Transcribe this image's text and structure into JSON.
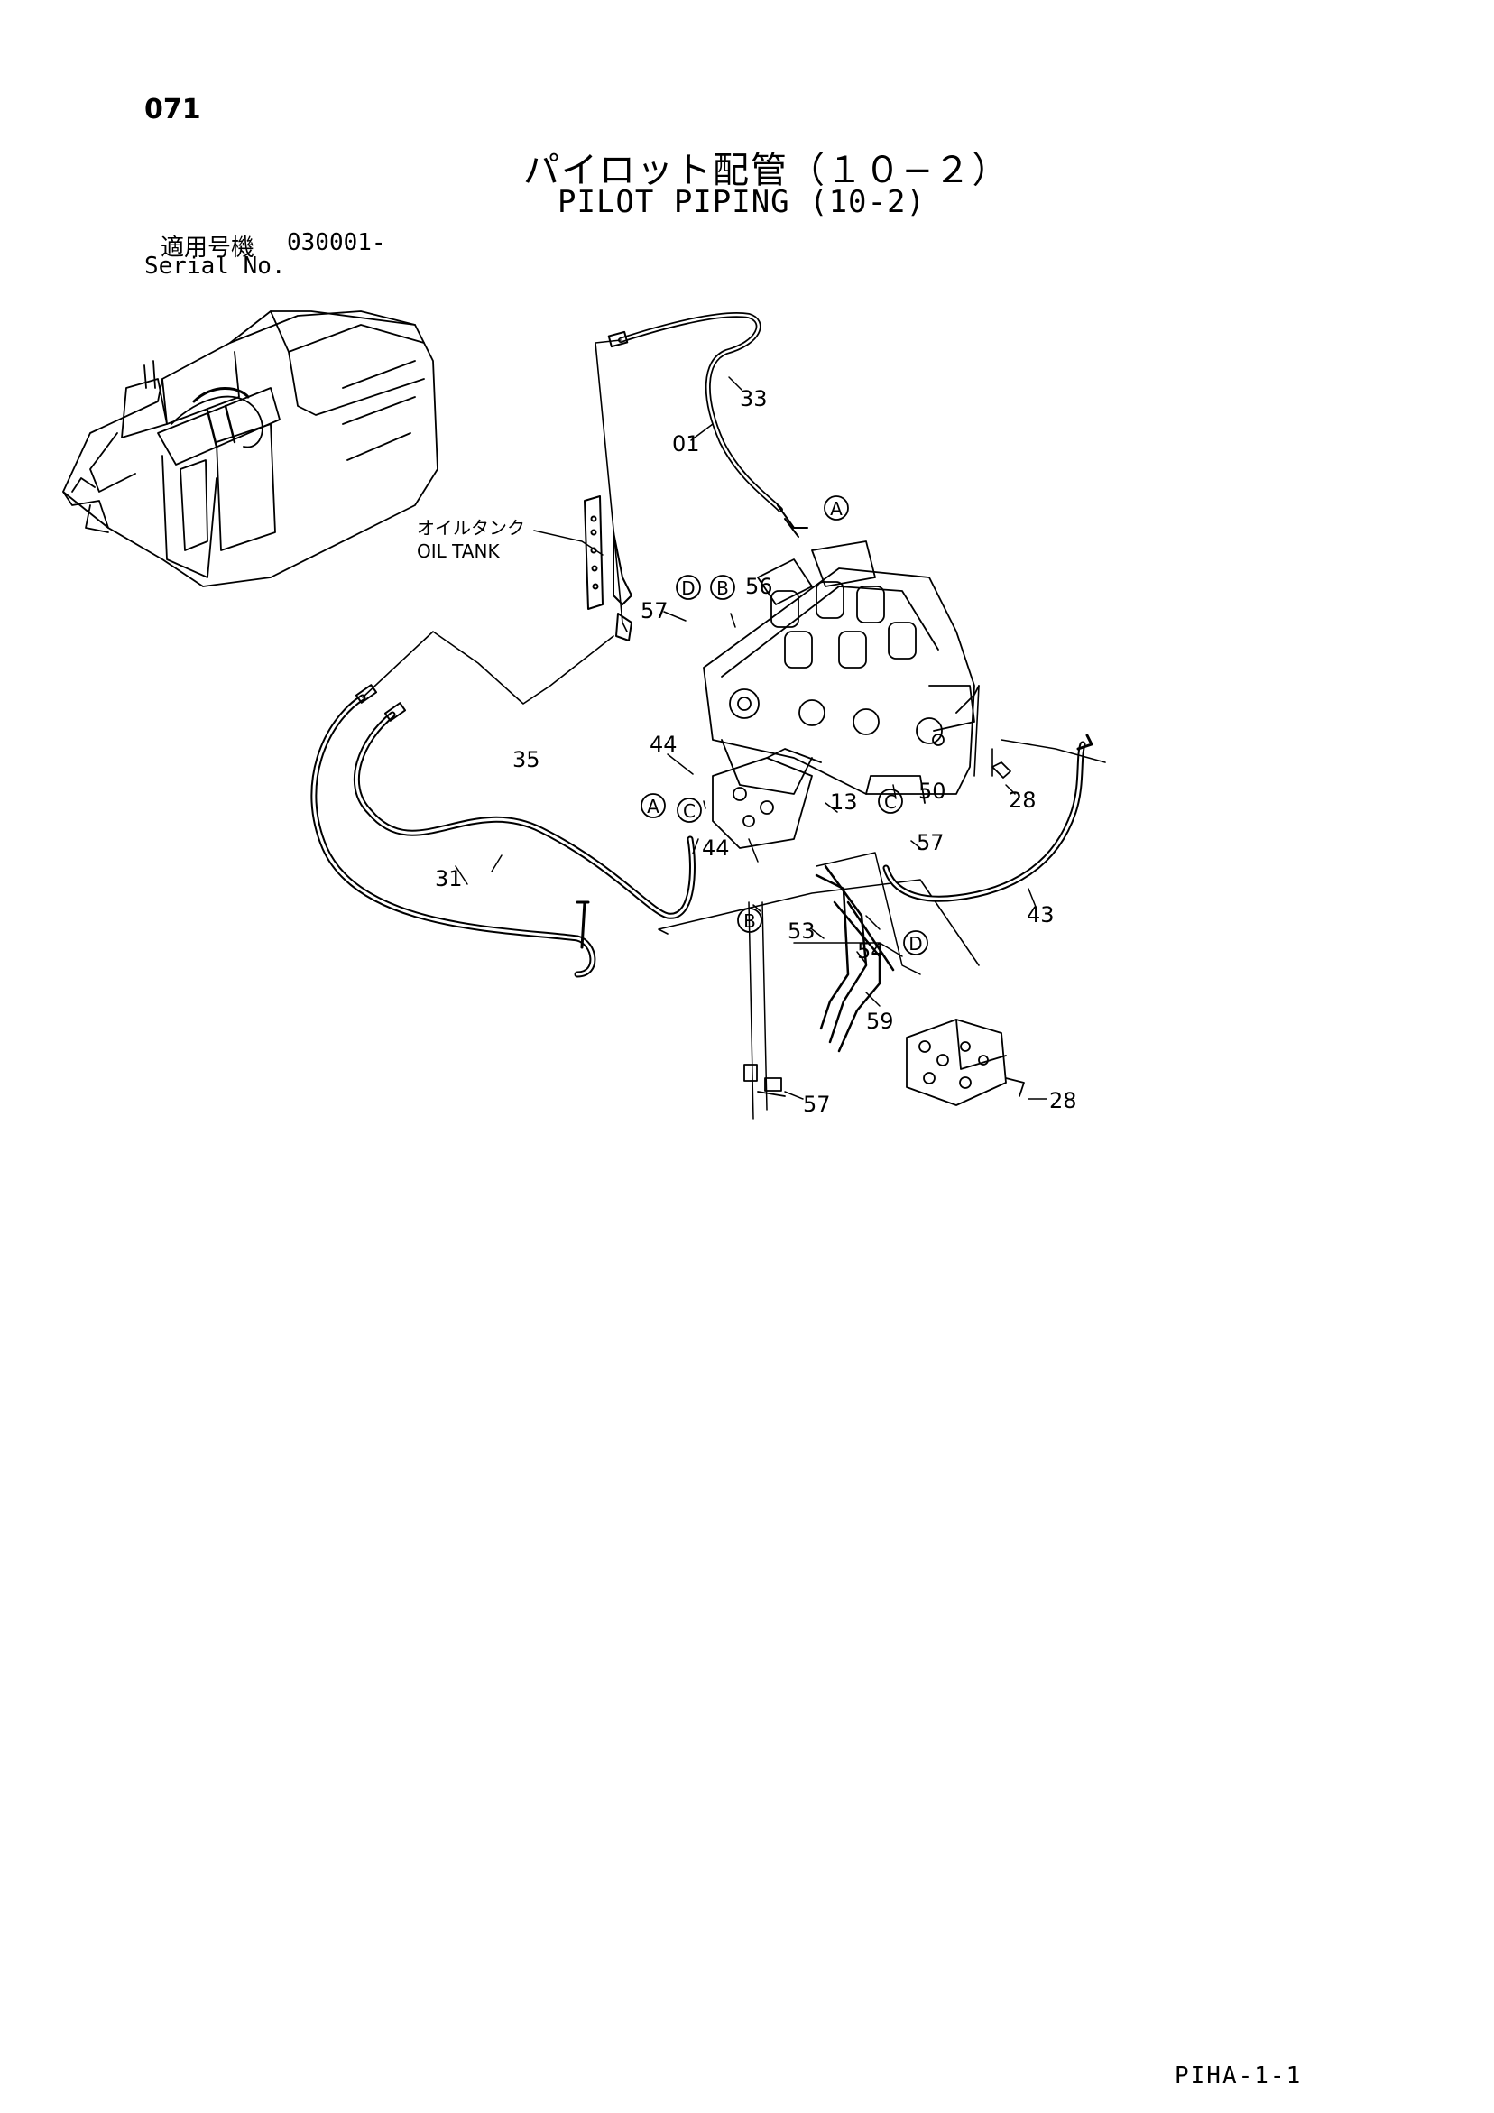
{
  "header": {
    "page_number": "071",
    "title_ja": "パイロット配管（１０−２）",
    "title_en": "PILOT PIPING (10-2)",
    "serial_label_ja": "適用号機",
    "serial_value": "030001-",
    "serial_label_en": "Serial No."
  },
  "callouts": {
    "oil_tank_ja": "オイルタンク",
    "oil_tank_en": "OIL TANK",
    "part_labels": {
      "p01": "01",
      "p33": "33",
      "p57a": "57",
      "p56": "56",
      "p44a": "44",
      "p35": "35",
      "p31": "31",
      "p44b": "44",
      "p13": "13",
      "p50": "50",
      "p28a": "28",
      "p57b": "57",
      "p43": "43",
      "p53": "53",
      "p54": "54",
      "p59": "59",
      "p57c": "57",
      "p28b": "28"
    },
    "connection_markers": {
      "mA1": "A",
      "mD1": "D",
      "mB1": "B",
      "mA2": "A",
      "mC1": "C",
      "mC2": "C",
      "mB2": "B",
      "mD2": "D"
    }
  },
  "footer": {
    "code": "PIHA-1-1"
  }
}
